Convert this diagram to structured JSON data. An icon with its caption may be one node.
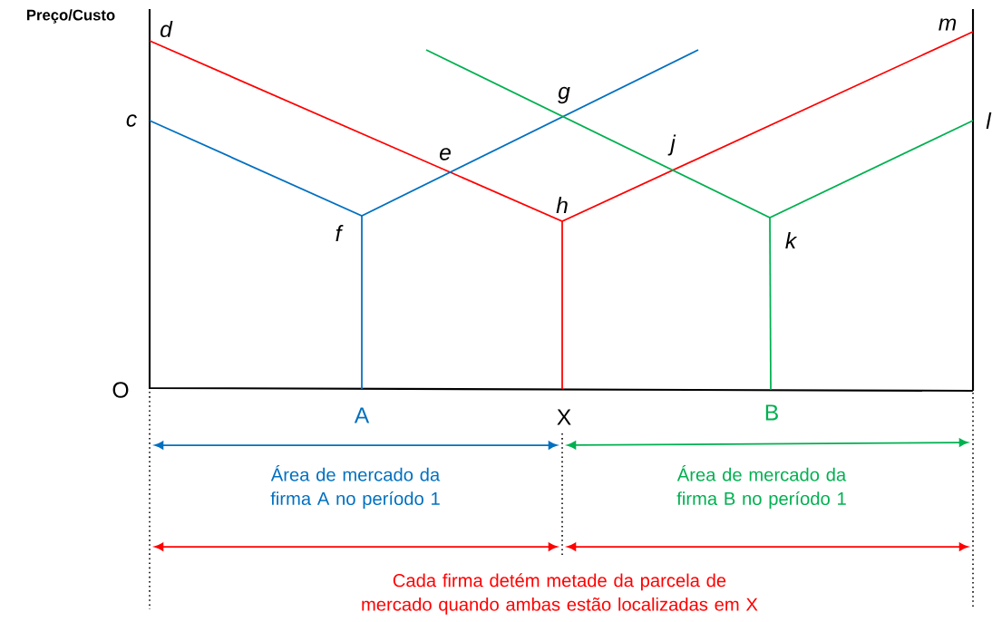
{
  "diagram": {
    "labels": [
      "Preço/Custo",
      "d",
      "m",
      "c",
      "g",
      "l",
      "e",
      "j",
      "h",
      "f",
      "k",
      "O",
      "A",
      "X",
      "B",
      "Área de mercado da firma A no período 1",
      "Área de mercado da firma B no período 1",
      "Cada firma detém metade da parcela de mercado quando ambas estão localizadas em X"
    ]
  }
}
